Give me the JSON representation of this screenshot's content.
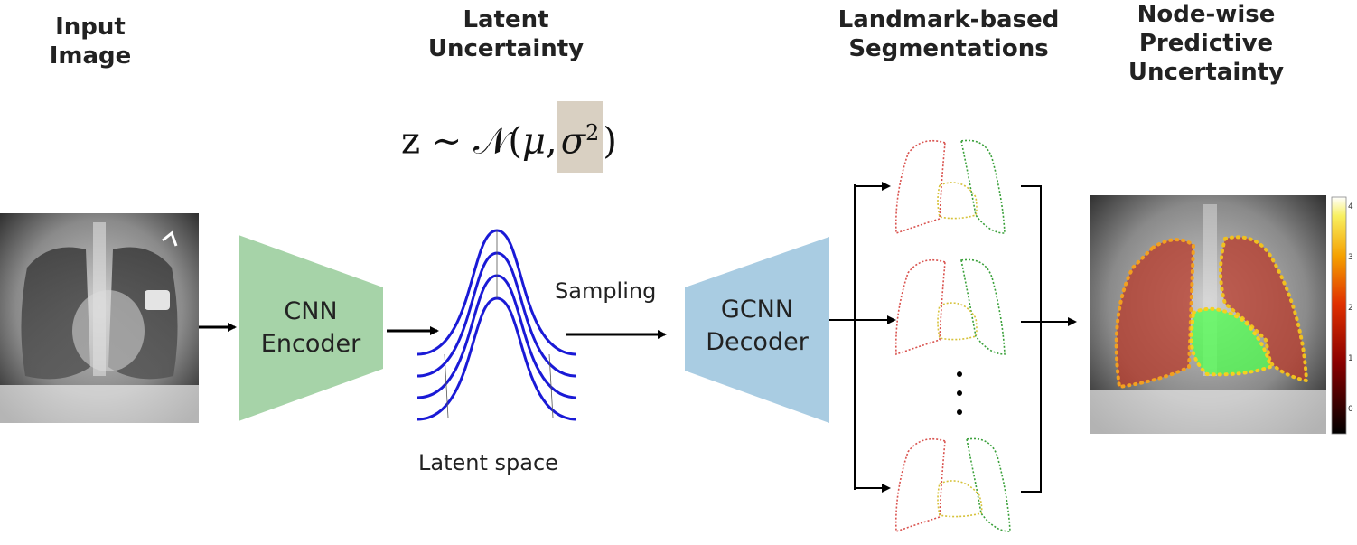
{
  "headings": {
    "input_image": [
      "Input",
      "Image"
    ],
    "latent_uncertainty": [
      "Latent",
      "Uncertainty"
    ],
    "landmark_segmentations": [
      "Landmark-based",
      "Segmentations"
    ],
    "node_wise_uncertainty": [
      "Node-wise",
      "Predictive",
      "Uncertainty"
    ]
  },
  "formula": {
    "z": "z",
    "sim": "∼",
    "normal": "𝒩",
    "mu": "μ",
    "sigma": "σ",
    "exp": "2"
  },
  "encoder": {
    "line1": "CNN",
    "line2": "Encoder"
  },
  "decoder": {
    "line1": "GCNN",
    "line2": "Decoder"
  },
  "sampling_label": "Sampling",
  "latent_space_label": "Latent space",
  "colorbar_ticks": [
    "4",
    "3",
    "2",
    "1",
    "0"
  ],
  "colors": {
    "encoder": "#a6d3a8",
    "decoder": "#a9cce2",
    "gaussian": "#1a1ad6",
    "right_lung": "#d9534f",
    "left_lung": "#3aa03a",
    "heart": "#d6c23a",
    "sigma_highlight": "#d9d0c2"
  }
}
